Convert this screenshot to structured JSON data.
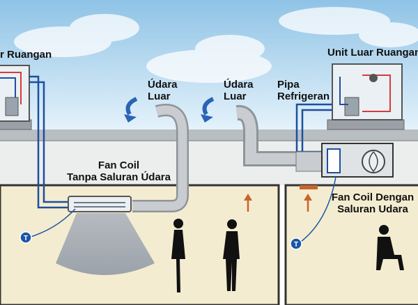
{
  "labels": {
    "indoor_unit_left": "r Ruangan",
    "outdoor_unit_right": "Unit Luar Ruangan",
    "outside_air_1_line1": "Údara",
    "outside_air_1_line2": "Luar",
    "outside_air_2_line1": "Údara",
    "outside_air_2_line2": "Luar",
    "refrigerant_pipe_line1": "Pipa",
    "refrigerant_pipe_line2": "Refrigeran",
    "fan_coil_left_line1": "Fan Coil",
    "fan_coil_left_line2": "Tanpa Saluran Údara",
    "fan_coil_right_line1": "Fan Coil Dengan",
    "fan_coil_right_line2": "Saluran Udara"
  },
  "thermostat_symbol": "T",
  "colors": {
    "sky_top": "#8fc3e6",
    "sky_bottom": "#e6f3fb",
    "room_fill": "#f4ecd0",
    "ceiling_fill": "#eceeed",
    "wall_edge": "#333333",
    "pipe_blue": "#1d4f9e",
    "pipe_red": "#d63b3b",
    "duct_gray": "#b9bdc1",
    "arrow_blue": "#2a64b5",
    "arrow_orange": "#c8652a",
    "airflow_gray": "#8c95a3",
    "thermostat_blue": "#1a56a6"
  }
}
